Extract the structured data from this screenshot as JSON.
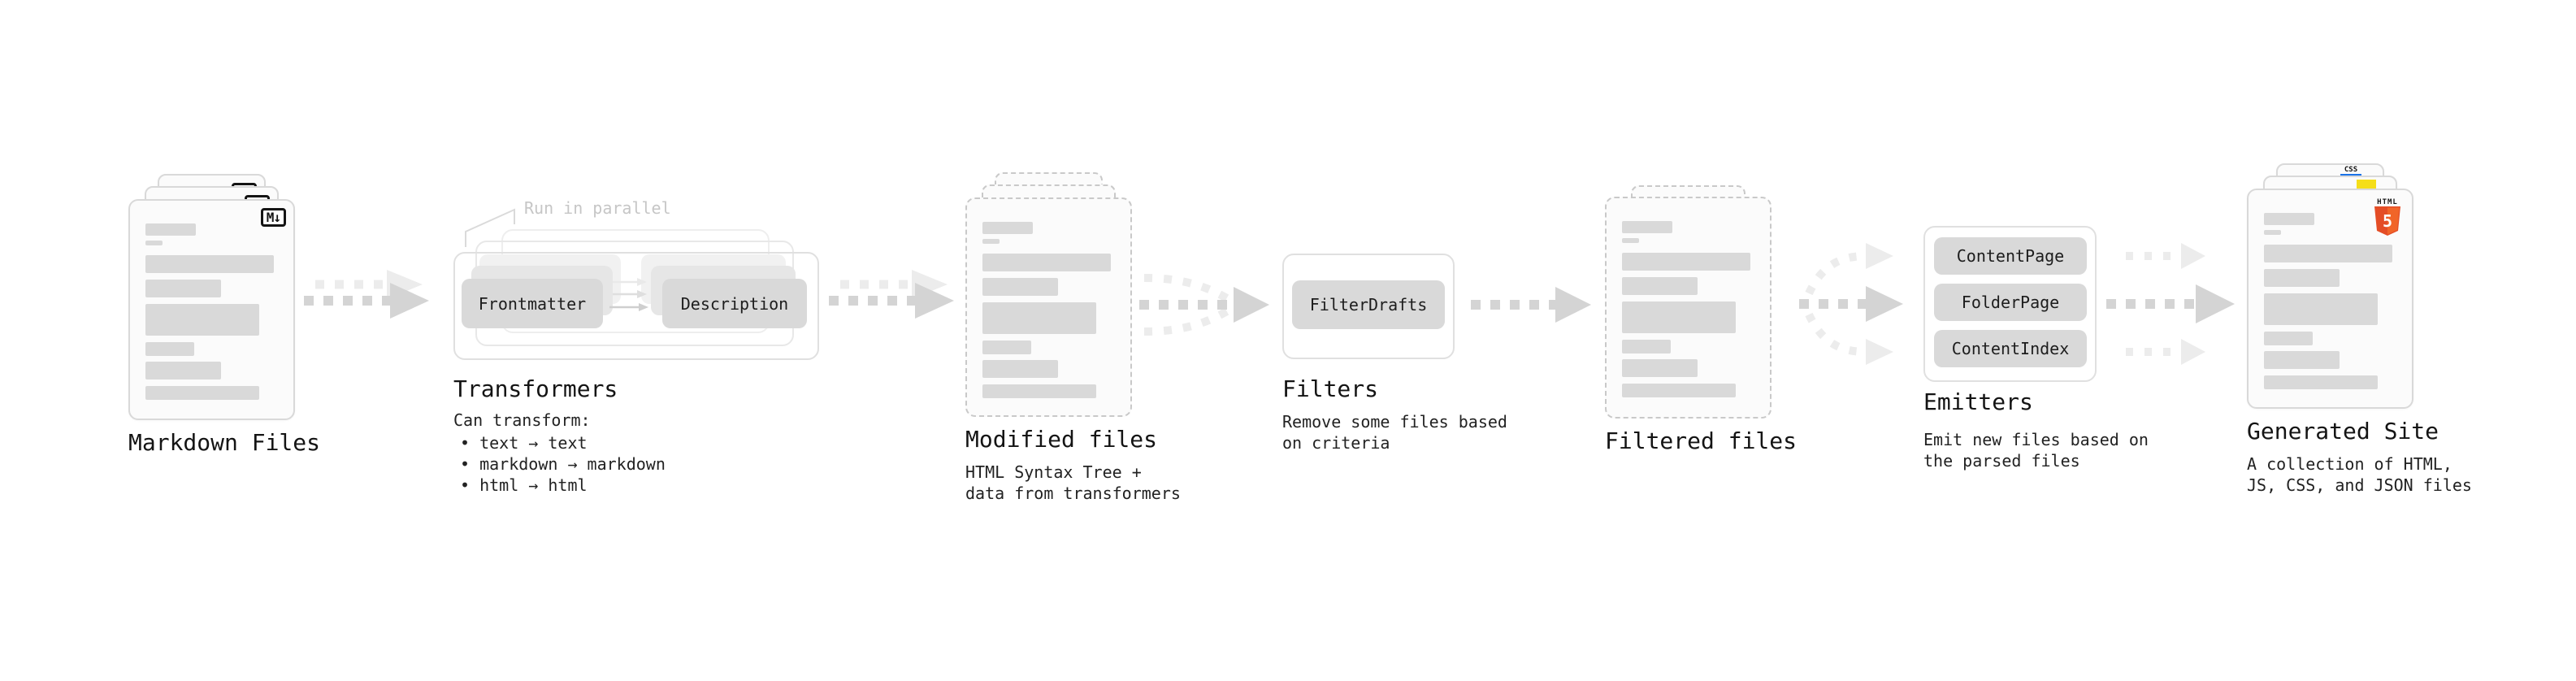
{
  "stages": {
    "markdown": {
      "label": "Markdown Files"
    },
    "transformers": {
      "label": "Transformers",
      "annotation": "Run in parallel",
      "box_frontmatter": "Frontmatter",
      "box_description": "Description",
      "desc_title": "Can transform:",
      "bullet1": "• text → text",
      "bullet2": "• markdown → markdown",
      "bullet3": "• html → html"
    },
    "modified": {
      "label": "Modified files",
      "desc1": "HTML Syntax Tree +",
      "desc2": "data from transformers"
    },
    "filters": {
      "label": "Filters",
      "box_filterdrafts": "FilterDrafts",
      "desc1": "Remove some files based",
      "desc2": "on criteria"
    },
    "filtered": {
      "label": "Filtered files"
    },
    "emitters": {
      "label": "Emitters",
      "box_contentpage": "ContentPage",
      "box_folderpage": "FolderPage",
      "box_contentindex": "ContentIndex",
      "desc1": "Emit new files based on",
      "desc2": "the parsed files"
    },
    "generated": {
      "label": "Generated Site",
      "desc1": "A collection of HTML,",
      "desc2": "JS, CSS, and JSON files"
    }
  },
  "badges": {
    "markdown_icon": "M↓",
    "css_label": "CSS",
    "html_word": "HTML",
    "html_number": "5"
  },
  "colors": {
    "html5_orange": "#e44d26",
    "html5_orange_light": "#f16529",
    "css_blue": "#1a73e8",
    "js_yellow": "#f5de19",
    "placeholder_bar": "#d9d9d9",
    "arrow_dark": "#d4d4d4",
    "arrow_light": "#ececec",
    "annotation_gray": "#c6c6c6"
  }
}
